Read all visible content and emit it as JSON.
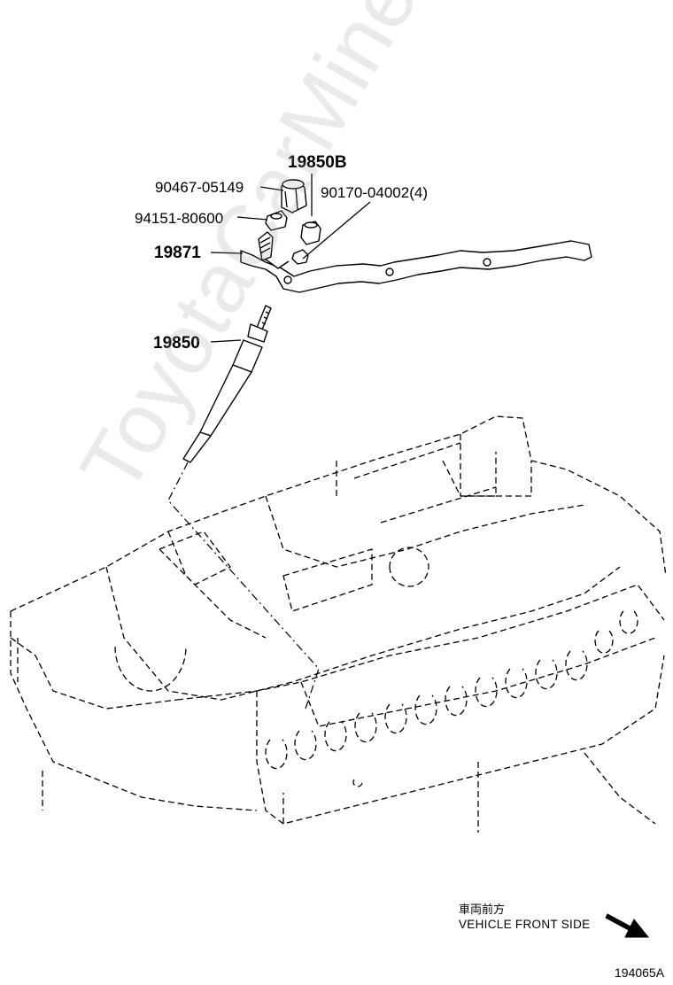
{
  "diagram": {
    "parts": {
      "connector_assy": "19850B",
      "nut_cap": "90467-05149",
      "nut_small": "94151-80600",
      "nut_set": "90170-04002(4)",
      "bar": "19871",
      "glow_plug": "19850"
    },
    "direction": {
      "jp": "車両前方",
      "en": "VEHICLE FRONT SIDE"
    },
    "reference_code": "194065A",
    "watermark": "ToyotaCarMine.ru"
  }
}
